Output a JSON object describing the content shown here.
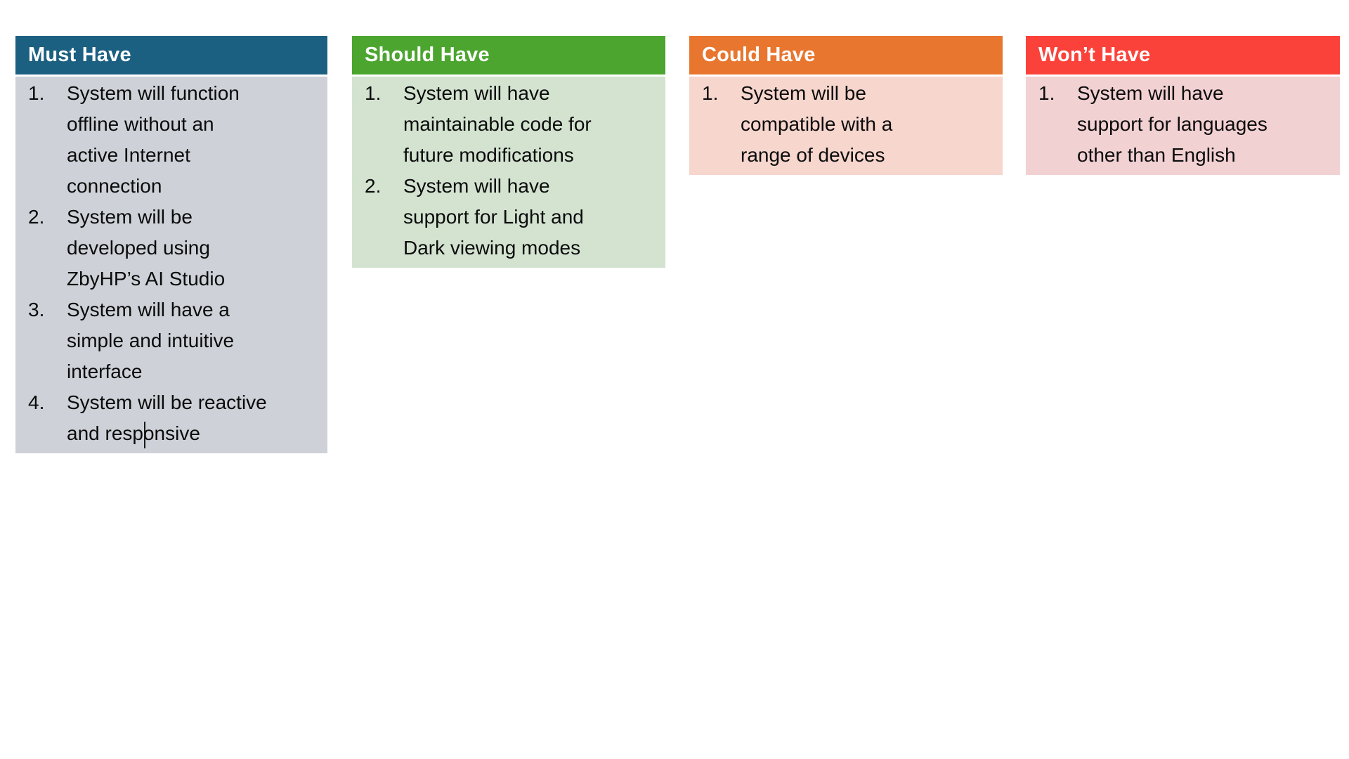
{
  "page": {
    "background": "#FFFFFF"
  },
  "board": {
    "columns": [
      {
        "title": "Must Have",
        "header_color": "#1C6081",
        "body_color": "#CED2D8",
        "items": [
          "System will function\noffline without an\nactive Internet\nconnection",
          "System will be\ndeveloped using\nZbyHP’s AI Studio",
          "System will have a\nsimple and intuitive\ninterface",
          "System will be reactive\nand responsive"
        ]
      },
      {
        "title": "Should Have",
        "header_color": "#4BA52E",
        "body_color": "#D3E3D0",
        "items": [
          "System will have\nmaintainable code for\nfuture modifications",
          "System will have\nsupport for Light and\nDark viewing modes"
        ]
      },
      {
        "title": "Could Have",
        "header_color": "#E8762F",
        "body_color": "#F6D6CD",
        "items": [
          "System will be\ncompatible with a\nrange of devices"
        ]
      },
      {
        "title": "Won’t Have",
        "header_color": "#FB423A",
        "body_color": "#F2D1D3",
        "items": [
          "System will have\nsupport for languages\nother than English"
        ]
      }
    ]
  },
  "text_cursor": {
    "color": "#1A1A1A"
  }
}
